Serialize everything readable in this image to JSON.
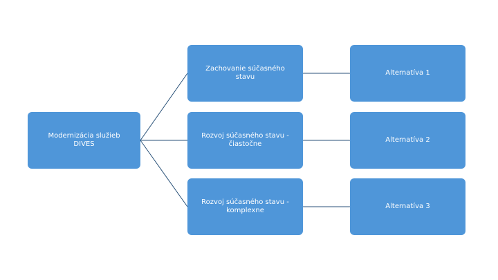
{
  "colors": {
    "node_fill": "#4f96d9",
    "connector": "#2a5279",
    "text": "#ffffff"
  },
  "diagram": {
    "root": {
      "label": "Modernizácia služieb DIVES"
    },
    "branches": [
      {
        "label": "Zachovanie súčasného stavu",
        "alternative": "Alternatíva 1"
      },
      {
        "label": "Rozvoj súčasného stavu - čiastočne",
        "alternative": "Alternatíva 2"
      },
      {
        "label": "Rozvoj súčasného stavu - komplexne",
        "alternative": "Alternatíva 3"
      }
    ]
  }
}
